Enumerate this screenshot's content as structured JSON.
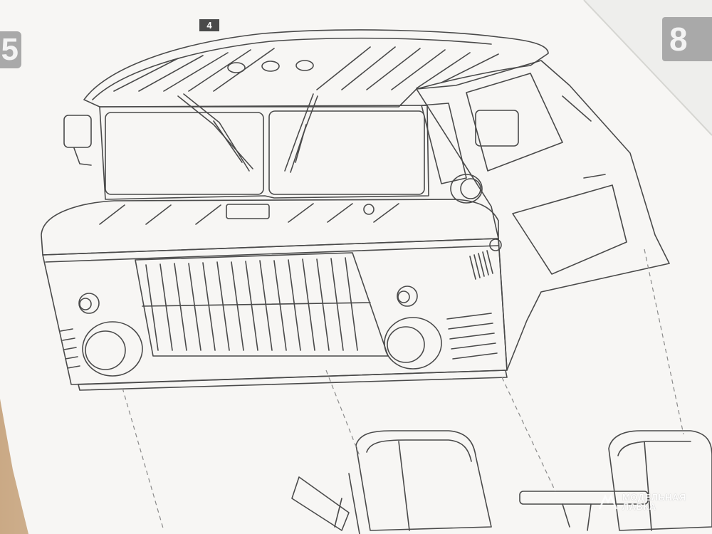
{
  "document": {
    "step_number": "4",
    "page_number_left": "5",
    "page_number_right": "8"
  },
  "watermark": {
    "line1": "МОДЕЛЬНАЯ",
    "line2": "ЛАВКА"
  },
  "colors": {
    "line": "#4a4a4a",
    "paper": "#f7f6f4",
    "badge": "#a9a9a9",
    "step_badge": "#4a4a4a"
  }
}
